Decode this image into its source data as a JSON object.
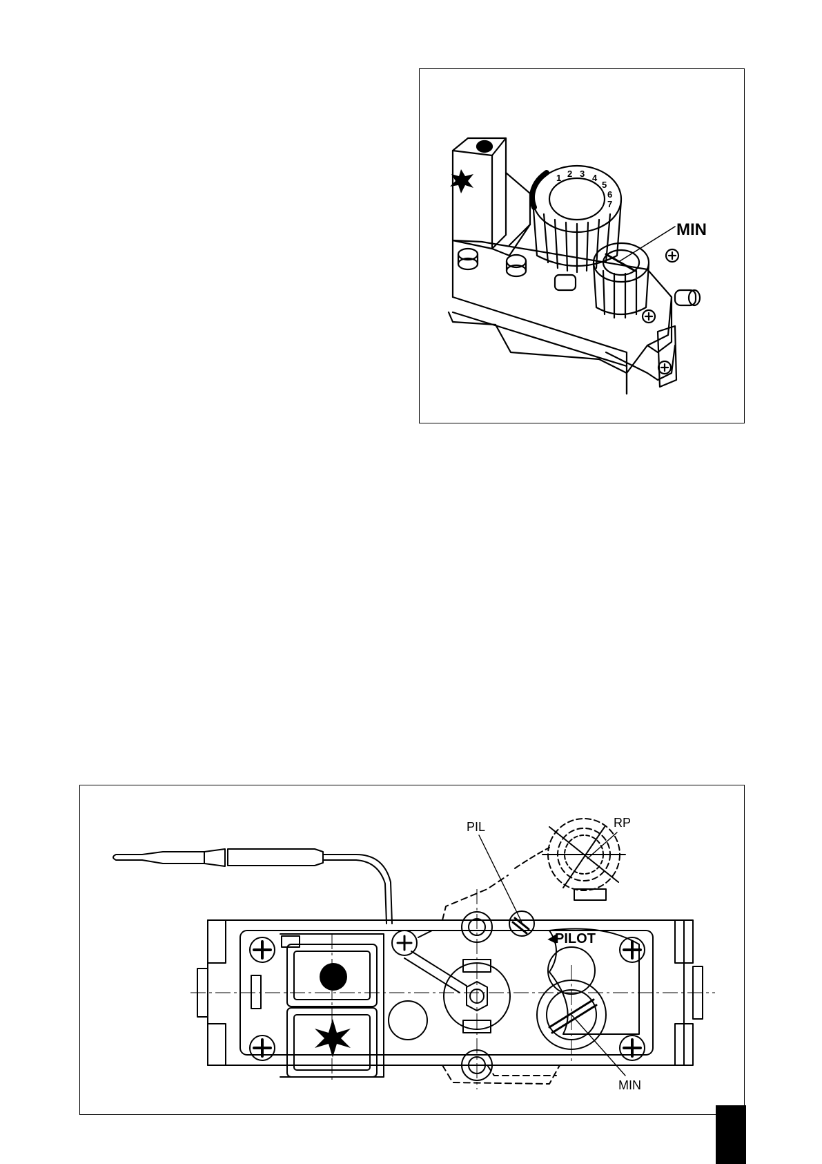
{
  "figure_top": {
    "labels": {
      "min": "MIN"
    },
    "dial_numbers": [
      "1",
      "2",
      "3",
      "4",
      "5",
      "6",
      "7"
    ]
  },
  "figure_bottom": {
    "labels": {
      "pil": "PIL",
      "rp": "RP",
      "pilot": "◂PILOT",
      "min": "MIN"
    }
  },
  "colors": {
    "ink": "#000000",
    "paper": "#ffffff"
  }
}
